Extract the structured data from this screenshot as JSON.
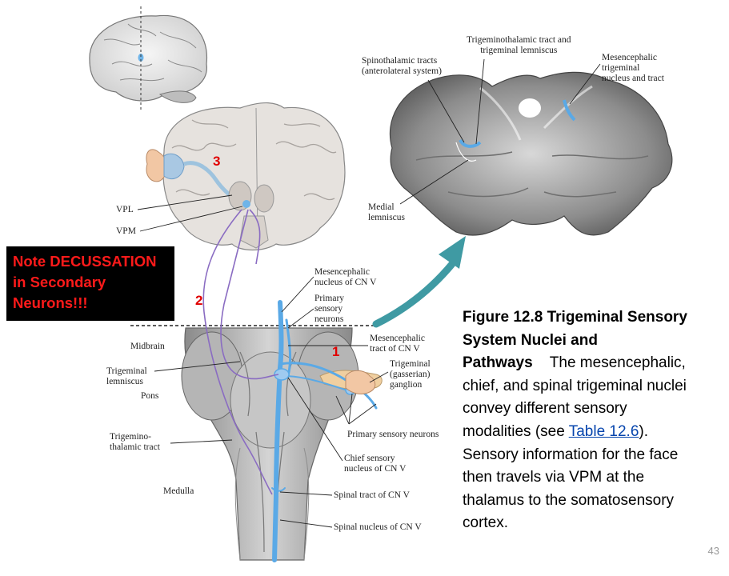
{
  "labels": {
    "vpl": "VPL",
    "vpm": "VPM",
    "midbrain": "Midbrain",
    "trigeminal_lemniscus": [
      "Trigeminal",
      "lemniscus"
    ],
    "pons": "Pons",
    "trigeminothalamic_tract": [
      "Trigemino-",
      "thalamic tract"
    ],
    "medulla": "Medulla",
    "mesencephalic_nucleus": [
      "Mesencephalic",
      "nucleus of CN V"
    ],
    "primary_sensory_neurons_top": [
      "Primary",
      "sensory",
      "neurons"
    ],
    "mesencephalic_tract": [
      "Mesencephalic",
      "tract of CN V"
    ],
    "trigeminal_ganglion": [
      "Trigeminal",
      "(gasserian)",
      "ganglion"
    ],
    "primary_sensory_neurons": "Primary sensory neurons",
    "chief_sensory_nucleus": [
      "Chief sensory",
      "nucleus of CN V"
    ],
    "spinal_tract": "Spinal tract of CN V",
    "spinal_nucleus": "Spinal nucleus of CN V",
    "spinothalamic_tracts": [
      "Spinothalamic tracts",
      "(anterolateral system)"
    ],
    "trigeminothalamic_lemniscus": [
      "Trigeminothalamic tract and",
      "trigeminal lemniscus"
    ],
    "mesencephalic_nucleus_tract": [
      "Mesencephalic",
      "trigeminal",
      "nucleus and tract"
    ],
    "medial_lemniscus": [
      "Medial",
      "lemniscus"
    ]
  },
  "numbers": [
    "1",
    "2",
    "3"
  ],
  "note": [
    "Note DECUSSATION",
    "in Secondary",
    "Neurons!!!"
  ],
  "caption": {
    "title": "Figure 12.8 Trigeminal Sensory System Nuclei and Pathways",
    "body_before_link": "The mesencephalic, chief, and spinal trigeminal nuclei convey different sensory modalities (see ",
    "link": "Table 12.6",
    "body_after_link": "). Sensory information for the face then travels via VPM at the thalamus to the somatosensory cortex."
  },
  "page_number": "43",
  "colors": {
    "note_bg": "#000000",
    "note_text": "#ff1a1a",
    "tract_blue": "#5aa9e6",
    "pathway_purple": "#8a6cc2",
    "arrow_teal": "#3f9aa3",
    "number_red": "#e00000",
    "link_blue": "#0645ad"
  }
}
